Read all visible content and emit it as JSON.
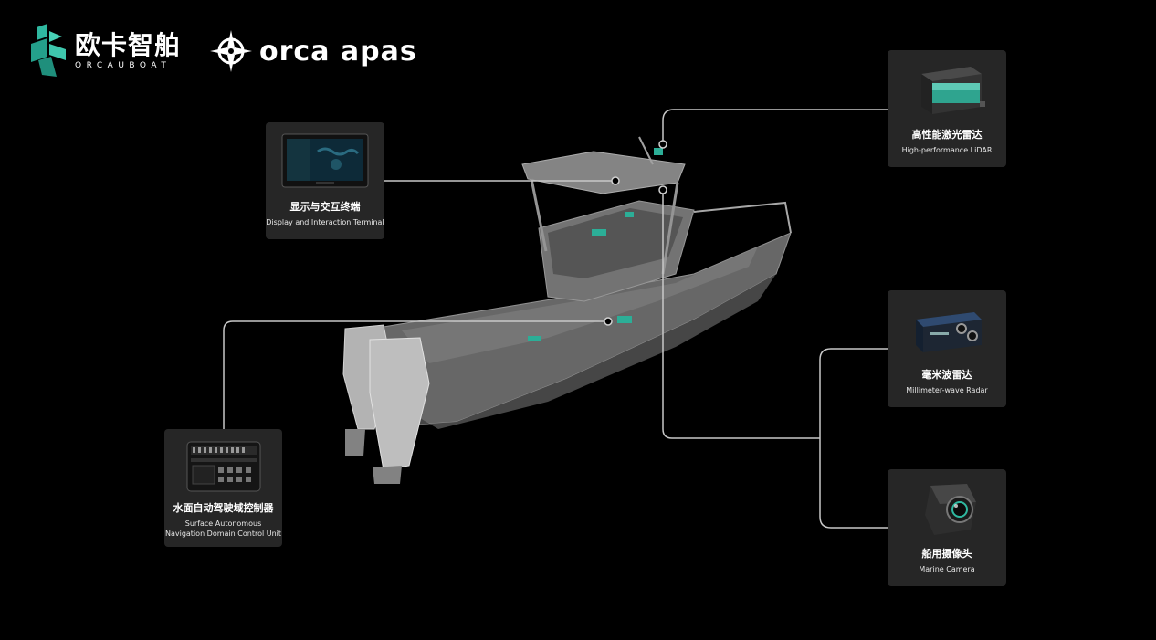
{
  "brand": {
    "primary_cn": "欧卡智舶",
    "primary_en": "ORCAUBOAT",
    "secondary": "orca apas",
    "accent_color": "#2fb8a0"
  },
  "components": {
    "display": {
      "cn": "显示与交互终端",
      "en": "Display and Interaction Terminal"
    },
    "lidar": {
      "cn": "高性能激光雷达",
      "en": "High-performance LiDAR"
    },
    "radar": {
      "cn": "毫米波雷达",
      "en": "Millimeter-wave Radar"
    },
    "camera": {
      "cn": "船用摄像头",
      "en": "Marine Camera"
    },
    "controller": {
      "cn": "水面自动驾驶域控制器",
      "en_line1": "Surface Autonomous",
      "en_line2": "Navigation Domain Control Unit"
    }
  },
  "icons": [
    "orcauboat-logo-icon",
    "orca-apas-compass-icon",
    "boat-illustration",
    "display-terminal-icon",
    "lidar-device-icon",
    "radar-device-icon",
    "camera-device-icon",
    "controller-device-icon"
  ]
}
